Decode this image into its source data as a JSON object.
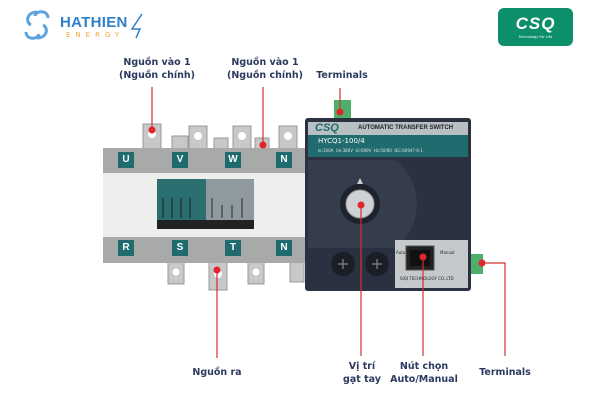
{
  "header": {
    "left_logo": {
      "name": "HATHIEN",
      "sub": "ENERGY",
      "icon": "spiral-icon",
      "color": "#2f7fc8",
      "sub_color": "#f2a93b"
    },
    "right_logo": {
      "name": "CSQ",
      "tagline": "Technology For Life",
      "color": "#0e8f6c"
    }
  },
  "device": {
    "brand": "CSQ",
    "title": "AUTOMATIC TRANSFER SWITCH",
    "model": "HYCQ1-100/4",
    "specs": "Ie:100A  Ue:380V  Ui:690V  Hz:50/60  IEC:60947-6-1",
    "manufacturer": "SIQI TECHNOLOGY CO.,LTD",
    "switch_left": "Auto",
    "switch_right": "Manual",
    "top_phases": [
      "U",
      "V",
      "W",
      "N"
    ],
    "bottom_phases": [
      "R",
      "S",
      "T",
      "N"
    ],
    "panel_color": "#2b3140",
    "teal_color": "#1f6b6e"
  },
  "annotations": {
    "color": "#d0312d",
    "input1": {
      "line1": "Nguồn vào 1",
      "line2": "(Nguồn chính)"
    },
    "input2": {
      "line1": "Nguồn vào 1",
      "line2": "(Nguồn chính)"
    },
    "terminals_top": "Terminals",
    "output": "Nguồn ra",
    "handle": {
      "line1": "Vị trí",
      "line2": "gạt tay"
    },
    "selector": {
      "line1": "Nút chọn",
      "line2": "Auto/Manual"
    },
    "terminals_right": "Terminals"
  }
}
